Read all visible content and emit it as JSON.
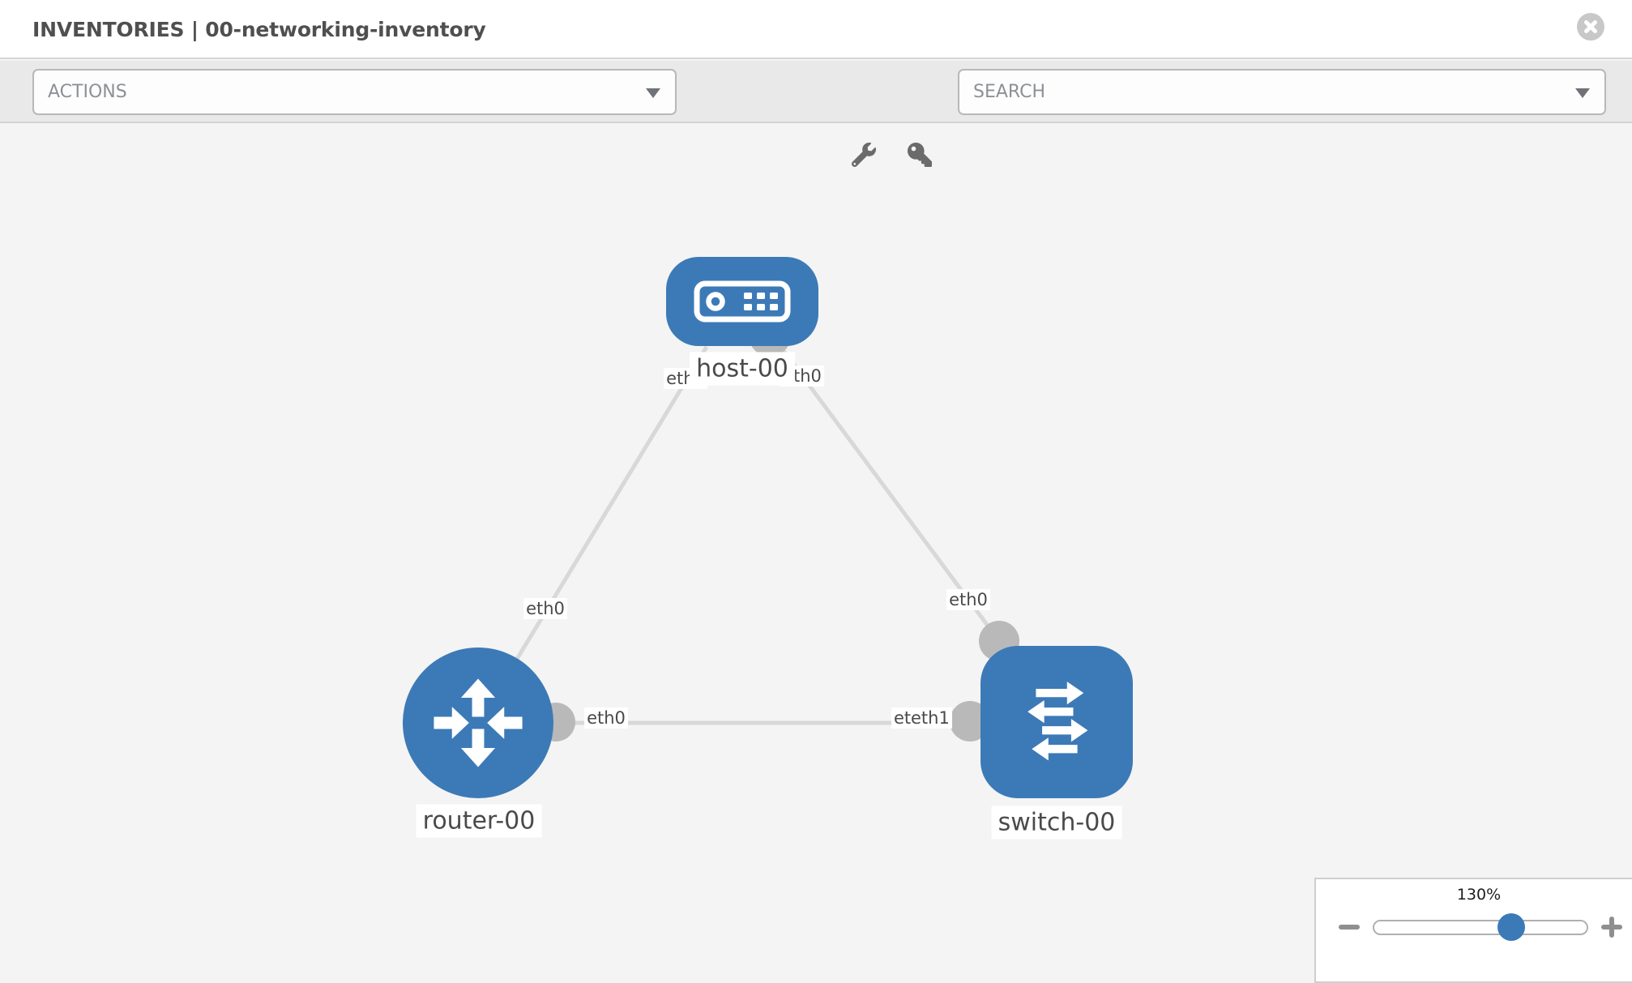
{
  "header": {
    "title": "INVENTORIES | 00-networking-inventory"
  },
  "toolbar": {
    "actions_label": "ACTIONS",
    "search_placeholder": "SEARCH",
    "icons": [
      "wrench-icon",
      "key-icon"
    ]
  },
  "topology": {
    "node_labels": {
      "host": "host-00",
      "router": "router-00",
      "switch": "switch-00"
    },
    "interface_labels": {
      "host_left": "eth0",
      "host_right": "eth0",
      "router_link_host": "eth0",
      "router_link_switch": "eth0",
      "switch_link_host": "eth0",
      "switch_link_router_back": "eth0",
      "switch_link_router_front": "eth1"
    },
    "links": [
      {
        "from": "router-00",
        "to": "host-00"
      },
      {
        "from": "host-00",
        "to": "switch-00"
      },
      {
        "from": "router-00",
        "to": "switch-00"
      }
    ],
    "colors": {
      "node": "#3c7ab7",
      "link": "#d8d8d8",
      "connector": "#b9b9b9",
      "label_text": "#4a4a4a"
    }
  },
  "zoom_control": {
    "level": "130%"
  }
}
